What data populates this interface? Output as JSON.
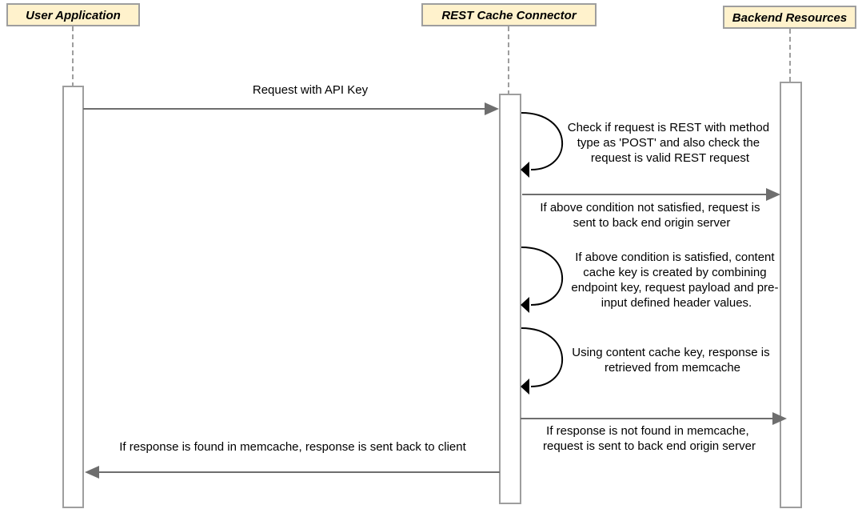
{
  "colors": {
    "actor_fill": "#fff2cc",
    "actor_stroke": "#9e9e9e",
    "lifeline": "#9e9e9e",
    "arrow": "#6e6e6e",
    "self_loop": "#000000"
  },
  "actors": [
    {
      "id": "user",
      "label": "User Application"
    },
    {
      "id": "connector",
      "label": "REST Cache Connector"
    },
    {
      "id": "backend",
      "label": "Backend Resources"
    }
  ],
  "messages": [
    {
      "id": "m1",
      "type": "call",
      "from": "user",
      "to": "connector",
      "lines": [
        "Request with API Key"
      ]
    },
    {
      "id": "m2",
      "type": "self",
      "on": "connector",
      "lines": [
        "Check if request is REST with method",
        "type as 'POST' and also check the",
        "request is valid REST request"
      ]
    },
    {
      "id": "m3",
      "type": "call",
      "from": "connector",
      "to": "backend",
      "lines": [
        "If above condition not satisfied, request is",
        "sent to back end origin server"
      ]
    },
    {
      "id": "m4",
      "type": "self",
      "on": "connector",
      "lines": [
        "If above condition is satisfied, content",
        "cache key is created by combining",
        "endpoint key, request payload and pre-",
        "input defined header values."
      ]
    },
    {
      "id": "m5",
      "type": "self",
      "on": "connector",
      "lines": [
        "Using content cache key, response is",
        "retrieved from memcache"
      ]
    },
    {
      "id": "m6",
      "type": "call",
      "from": "connector",
      "to": "backend",
      "lines": [
        "If response is not found in memcache,",
        "request is sent to back end origin server"
      ]
    },
    {
      "id": "m7",
      "type": "return",
      "from": "connector",
      "to": "user",
      "lines": [
        "If response is found in memcache, response is sent back to client"
      ]
    }
  ]
}
